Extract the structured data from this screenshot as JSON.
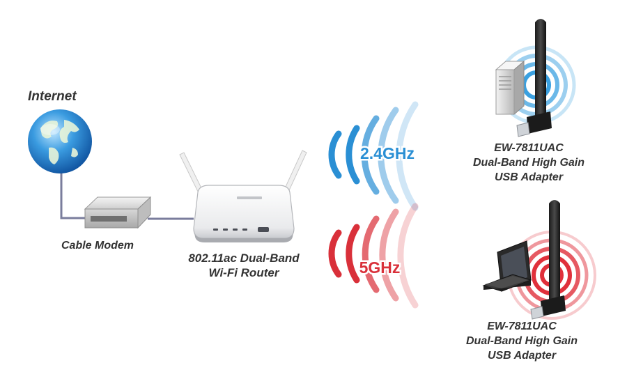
{
  "colors": {
    "band_24": "#2a8fd4",
    "band_5": "#d9303a",
    "cable": "#7a7d9c",
    "text": "#333333"
  },
  "nodes": {
    "internet": {
      "label": "Internet",
      "icon": "globe-icon"
    },
    "modem": {
      "label": "Cable Modem",
      "icon": "cable-modem-icon"
    },
    "router": {
      "lines": [
        "802.11ac Dual-Band",
        "Wi-Fi Router"
      ],
      "icon": "router-icon"
    },
    "adapter_top": {
      "lines": [
        "EW-7811UAC",
        "Dual-Band High Gain",
        "USB Adapter"
      ],
      "icon": "usb-adapter-icon",
      "device_icon": "desktop-tower-icon"
    },
    "adapter_bottom": {
      "lines": [
        "EW-7811UAC",
        "Dual-Band High Gain",
        "USB Adapter"
      ],
      "icon": "usb-adapter-icon",
      "device_icon": "laptop-icon"
    }
  },
  "bands": {
    "band_24": {
      "label": "2.4GHz",
      "icon": "wifi-wave-icon"
    },
    "band_5": {
      "label": "5GHz",
      "icon": "wifi-wave-icon"
    }
  }
}
